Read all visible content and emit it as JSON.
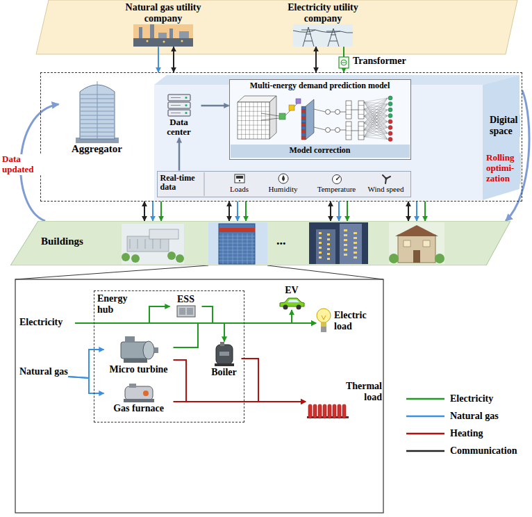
{
  "diagram": {
    "nodes": [
      {
        "text": [
          "Natural gas utility company"
        ]
      },
      {
        "text": [
          "Electricity utility company"
        ]
      },
      {
        "text": [
          "Digital space"
        ]
      },
      {
        "text": [
          "Aggregator"
        ],
        "in": 2
      },
      {
        "text": [
          "Data center"
        ],
        "in": 2
      },
      {
        "text": [
          "Multi-energy demand prediction model"
        ],
        "in": 2
      },
      {
        "text": [
          "Model correction"
        ],
        "in": 5
      },
      {
        "text": [
          "Real-time data",
          "Loads",
          "Humidity",
          "Temperature",
          "Wind speed"
        ],
        "in": 2
      },
      {
        "text": [
          "Buildings"
        ]
      },
      {
        "text": [
          "Energy hub"
        ]
      },
      {
        "text": [
          "ESS"
        ],
        "in": 9
      },
      {
        "text": [
          "Micro turbine"
        ],
        "in": 9
      },
      {
        "text": [
          "Gas furnace"
        ],
        "in": 9
      },
      {
        "text": [
          "Boiler"
        ],
        "in": 9
      },
      {
        "text": [
          "Electricity"
        ]
      },
      {
        "text": [
          "Natural gas"
        ]
      },
      {
        "text": [
          "EV"
        ]
      },
      {
        "text": [
          "Electric load"
        ]
      },
      {
        "text": [
          "Thermal load"
        ]
      }
    ],
    "edges": [
      {
        "from": 0,
        "to": 2,
        "arrow": "to"
      },
      {
        "from": 0,
        "to": 2,
        "arrow": "both"
      },
      {
        "from": 1,
        "to": 2,
        "arrow": "both"
      },
      {
        "from": 1,
        "to": 2,
        "arrow": "to"
      },
      {
        "from": 7,
        "to": 4,
        "arrow": "to"
      },
      {
        "from": 4,
        "to": 5,
        "arrow": "to"
      },
      {
        "from": 2,
        "to": 8,
        "arrow": "both"
      },
      {
        "from": 2,
        "to": 8,
        "arrow": "to"
      },
      {
        "from": 2,
        "to": 8,
        "arrow": "to"
      },
      {
        "from": 2,
        "to": 8,
        "arrow": "both"
      },
      {
        "from": 2,
        "to": 8,
        "arrow": "to"
      },
      {
        "from": 2,
        "to": 8,
        "arrow": "to"
      },
      {
        "from": 2,
        "to": 8,
        "arrow": "both"
      },
      {
        "from": 2,
        "to": 8,
        "arrow": "to"
      },
      {
        "from": 2,
        "to": 8,
        "arrow": "to"
      },
      {
        "from": 2,
        "to": 8,
        "arrow": "both"
      },
      {
        "from": 2,
        "to": 8,
        "arrow": "to"
      },
      {
        "from": 2,
        "to": 8,
        "arrow": "to"
      },
      {
        "from": 8,
        "to": 3,
        "arrow": "to",
        "label": "Data updated"
      },
      {
        "from": 2,
        "to": 8,
        "arrow": "to",
        "label": "Rolling optimi- zation"
      },
      {
        "from": 14,
        "to": 17,
        "arrow": "to"
      },
      {
        "from": 14,
        "to": 10,
        "arrow": "to"
      },
      {
        "from": 10,
        "to": 17,
        "arrow": "to"
      },
      {
        "from": 14,
        "to": 13,
        "arrow": "to"
      },
      {
        "from": 14,
        "to": 16,
        "arrow": "to"
      },
      {
        "from": 11,
        "to": 17,
        "arrow": "to"
      },
      {
        "from": 15,
        "to": 11,
        "arrow": "to"
      },
      {
        "from": 15,
        "to": 12,
        "arrow": "to"
      },
      {
        "from": 11,
        "to": 18,
        "arrow": "to"
      },
      {
        "from": 12,
        "to": 18,
        "arrow": "to"
      },
      {
        "from": 13,
        "to": 18,
        "arrow": "to"
      }
    ],
    "labels": [
      "Transformer",
      "..."
    ],
    "legend": [
      {
        "text": "Electricity"
      },
      {
        "text": "Natural gas"
      },
      {
        "text": "Heating"
      },
      {
        "text": "Communication"
      }
    ]
  }
}
